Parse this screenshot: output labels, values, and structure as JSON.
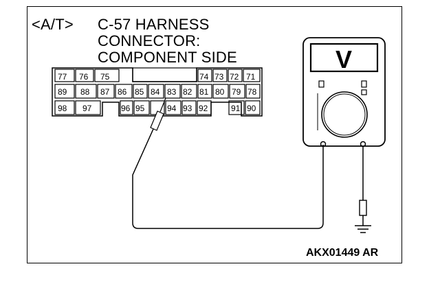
{
  "diagram": {
    "tag": "<A/T>",
    "title_lines": [
      "C-57 HARNESS",
      "CONNECTOR:",
      "COMPONENT SIDE"
    ],
    "code": "AKX01449 AR",
    "connector": {
      "row1": [
        "77",
        "76",
        "75",
        "74",
        "73",
        "72",
        "71"
      ],
      "row2": [
        "89",
        "88",
        "87",
        "86",
        "85",
        "84",
        "83",
        "82",
        "81",
        "80",
        "79",
        "78"
      ],
      "row3": [
        "98",
        "97",
        "96",
        "95",
        "94",
        "93",
        "92",
        "91",
        "90"
      ]
    },
    "meter_symbol": "V",
    "colors": {
      "line": "#000000",
      "background": "#ffffff"
    }
  }
}
